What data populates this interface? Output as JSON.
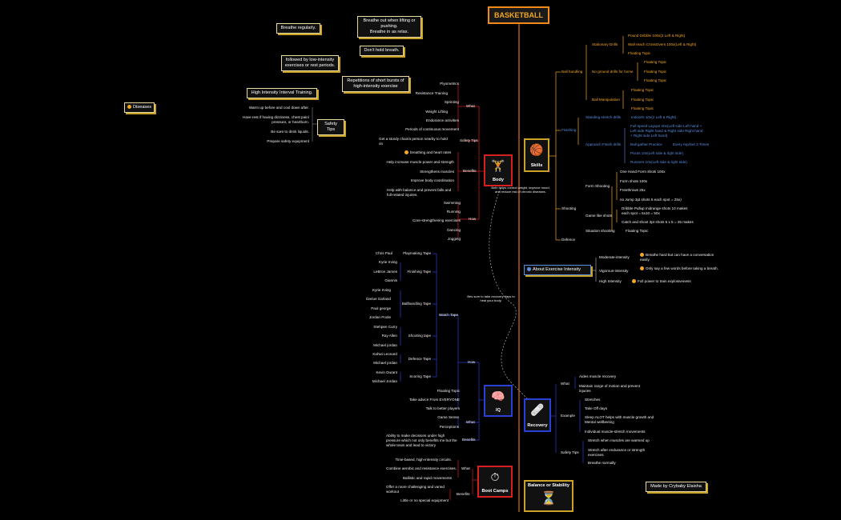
{
  "root": "BASKETBALL",
  "notes": {
    "breathe_regularly": "Breathe regularly.",
    "breathe_out": "Breathe out when lifting or pushing.\nBreathe in as relax.",
    "dont_hold": "Don't hold breath.",
    "followed_by": "followed by low-intensity exercises or rest periods.",
    "repetitions": "Repetitions of short bursts of high-intensity exercise",
    "hiit": "High Intensity Interval Training.",
    "diseases": "Diseases",
    "made_by": "Made by Crybaby Elaisha",
    "recovery_days": "Bes sure to take recovery days to heal your body.",
    "body_note": "Both helps control weight, improve mood, and reduce risk of chronic diseases."
  },
  "safety_left": {
    "label": "Safety Tips",
    "items": [
      "Warm up before and cool down after.",
      "Have rest if having dizziness, chest pain/ pressure, or heartburn.",
      "Be sure to drink liquids.",
      "Prepare safety equipment"
    ]
  },
  "body": {
    "label": "Body",
    "what_label": "What",
    "what_items": [
      "Plyometrics",
      "Resistance Training",
      "Sprinting",
      "Weight Lifting",
      "Endurance activities",
      "Periods of continuous movement"
    ],
    "safety_label": "Safety Tips",
    "safety_item": "Get a sturdy chair/a person nearby to hold on",
    "benefits_label": "Benefits",
    "benefit_items": [
      "breathing and heart rates",
      "Help increase muscle power and strength",
      "Strengthens muscles",
      "Improve body coordination",
      "Help with balance and prevent falls and full-related injuries."
    ],
    "how_label": "How",
    "how_items": [
      "Swimming",
      "Running",
      "Core-strengthening exercises",
      "Dancing",
      "Jogging"
    ]
  },
  "iq": {
    "label": "IQ",
    "watch_tape": "Watch Tape",
    "tapes": [
      {
        "name": "Playmaking Tape",
        "players": [
          "Chris Paul"
        ]
      },
      {
        "name": "Finishing Tape",
        "players": [
          "Kyrie Irving",
          "LeBron James",
          "Giannis"
        ]
      },
      {
        "name": "Ballhandling Tape",
        "players": [
          "Kyrie Irving",
          "Darius Garland",
          "Paul george",
          "Jordan Poole"
        ]
      },
      {
        "name": "Shooting tape",
        "players": [
          "Stehpen Curry",
          "Ray Allen",
          "Michael jordan"
        ]
      },
      {
        "name": "Defence Tape",
        "players": [
          "Kahwi Leonard",
          "Michael jordan"
        ]
      },
      {
        "name": "Scoring Tape",
        "players": [
          "Kevin Durant",
          "Michael Jordan"
        ]
      }
    ],
    "how_label": "How",
    "how_items": [
      "Floating Topic",
      "Take advice From EVERYONE",
      "Talk to better players"
    ],
    "what_label": "What",
    "what_items": [
      "Game Sense",
      "Perceptions"
    ],
    "benefits_label": "Benefits",
    "benefit_item": "Ability to make decisions under high pressure which not only benefits me but the whole team and lead to victory"
  },
  "boot": {
    "label": "Boot Camps",
    "what_label": "What",
    "what_items": [
      "Time-based, high-intensity circuits.",
      "Combine aerobic and resistance exercises.",
      "Ballistic and rapid movements"
    ],
    "benefits_label": "Benefits",
    "benefit_items": [
      "Offer a more challenging and varied workout",
      "Little or no special equipment"
    ]
  },
  "skills": {
    "label": "Skills",
    "ball_handling": "Ball handling",
    "stationary": "Stationary Drills",
    "stationary_items": [
      "Pound Dribble 100x(2 Left & Right)",
      "Wall reach CrossOvers 100x(Left & Right)",
      "Floating Topic"
    ],
    "no_ground": "No ground drills for home",
    "no_ground_items": [
      "Floating Topic",
      "Floating Topic",
      "Floating Topic"
    ],
    "manipulation": "Ball Manipulation",
    "manipulation_items": [
      "Floating Topic",
      "Floating Topic",
      "Floating Topic"
    ],
    "finishing": "Finishing",
    "standing": "Standing stretch drills",
    "standing_item": "Indoor/s 10x(2 Left & Right)",
    "approach": "Approach Finish drills",
    "approach_items": [
      "Full speed Layups 20x(Left side Left hand + Left side Right hand & Right side Right hand + Right side Left hand)",
      "Ball gather Practice",
      "Pivots 10x(Left side & right side)",
      "Runners 10x(Left side & right side)"
    ],
    "every_rep": "Every rep/Set 3 Times",
    "shooting": "Shooting",
    "form": "Form Shooting",
    "form_items": [
      "One Hand Form shots 100x",
      "Form shots 100x",
      "Freethrows 25x",
      "no Jump 3pt shots 5 each spot = 25x)"
    ],
    "game_like": "Game like shots",
    "game_items": [
      "Dribble Pullup midrange shots 10 makes each spot = 5x10 = 50x",
      "Catch and shoot 3pt shots 5 x 5 = 25 makes"
    ],
    "situation": "Situation shooting",
    "situation_item": "Floating Topic",
    "defence": "Defence"
  },
  "intensity": {
    "label": "About Exercise Intensity",
    "items": [
      {
        "level": "Moderate-intensity",
        "desc": "Breathe hard but can have a conversation easily."
      },
      {
        "level": "Vigorous-intensity",
        "desc": "Only say a few words before taking a breath."
      },
      {
        "level": "High Intensity",
        "desc": "Full power to train explosiveness"
      }
    ]
  },
  "recovery": {
    "label": "Recovery",
    "what_label": "What",
    "what_items": [
      "Aides muscle recovery",
      "Maintain range of motion and prevent injuries"
    ],
    "example_label": "Example",
    "example_items": [
      "Stretches",
      "Take Off days",
      "Sleep ALOT helps with muscle growth and Mental wellbeeing",
      "Individual muscle-stretch movements"
    ],
    "safety_label": "Safety Tips",
    "safety_items": [
      "Stretch when muscles are warmed up",
      "Stretch after endurance or strength exercises.",
      "Breathe normally"
    ]
  },
  "balance": {
    "label": "Balance or Stability"
  },
  "colors": {
    "orange": "#f5a623",
    "red": "#d81e1e",
    "blue": "#2a3fd6",
    "gold": "#c9a227",
    "root_border": "#f28a1a"
  },
  "icons": [
    "basketball-icon",
    "dumbbell-icon",
    "brain-icon",
    "bandage-icon",
    "stopwatch-icon",
    "hourglass-icon",
    "info-icon",
    "virus-icon"
  ]
}
